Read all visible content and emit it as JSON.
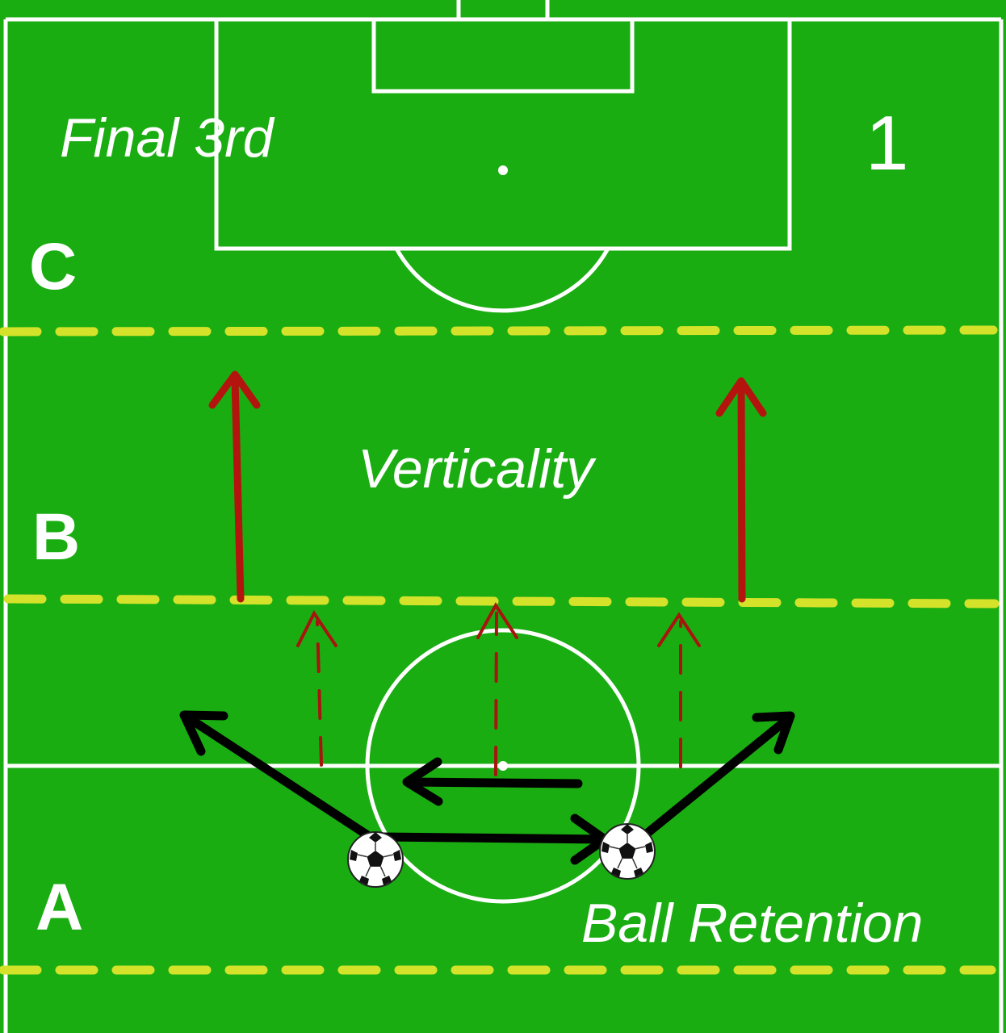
{
  "colors": {
    "pitch": "#1aad12",
    "lines": "#ffffff",
    "zone_lines": "#d4e22a",
    "run_arrows": "#b3140e",
    "pass_arrows": "#000000"
  },
  "labels": {
    "final_third": "Final 3rd",
    "diagram_number": "1",
    "zone_c": "C",
    "zone_b": "B",
    "zone_a": "A",
    "verticality": "Verticality",
    "ball_retention": "Ball Retention"
  },
  "icons": {
    "ball": "soccer-ball-icon"
  }
}
